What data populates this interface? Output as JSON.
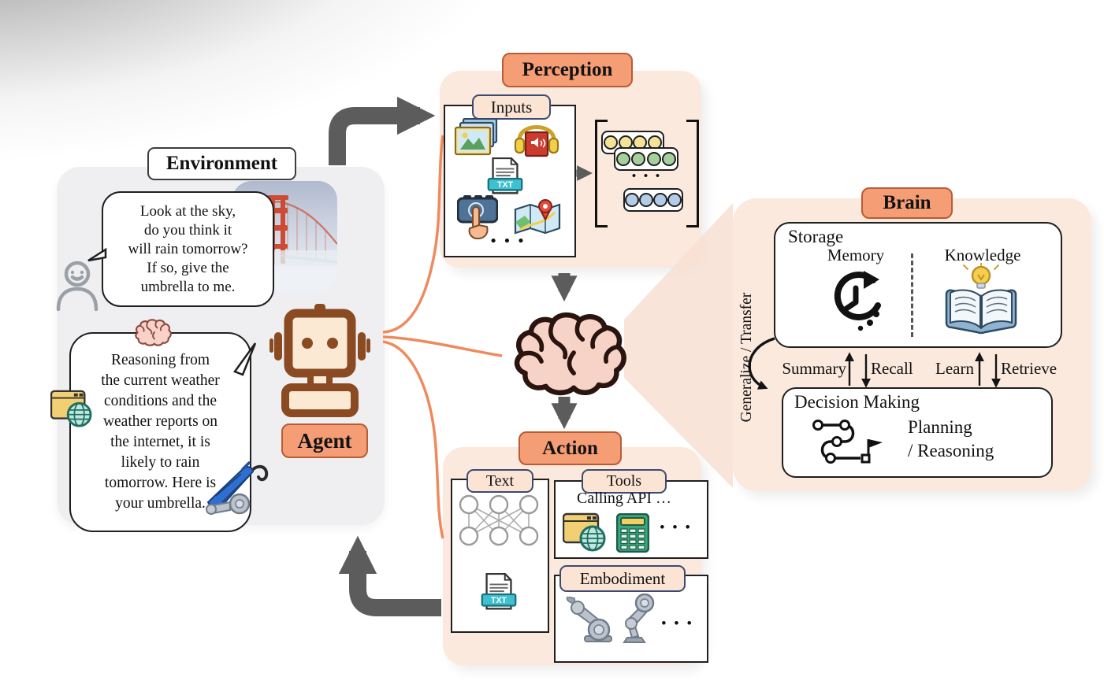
{
  "figure": {
    "kind": "llm-agent-framework-diagram"
  },
  "colors": {
    "accent_orange": "#F59D74",
    "accent_border": "#B85C35",
    "container_peach": "#FBE9DD",
    "container_gray": "#EFEFF1",
    "wire_orange": "#EF8A5E",
    "arrow_gray": "#5C5C5C",
    "token_yellow": "#F4E296",
    "token_green": "#A6D09B",
    "token_blue": "#B3CDE9"
  },
  "environment": {
    "label": "Environment",
    "user_bubble": "Look at the sky,\ndo you think it\nwill rain tomorrow?\nIf so, give the\numbrella to me.",
    "agent_bubble": "Reasoning from\nthe current weather\nconditions and the\nweather reports on\nthe internet, it is\nlikely to rain\ntomorrow. Here is\nyour umbrella."
  },
  "agent": {
    "label": "Agent"
  },
  "perception": {
    "label": "Perception",
    "inputs_label": "Inputs",
    "ellipsis": "• • •"
  },
  "action": {
    "label": "Action",
    "text_label": "Text",
    "tools_label": "Tools",
    "tools_caption": "Calling API …",
    "embodiment_label": "Embodiment",
    "ellipsis": "• • •"
  },
  "brain": {
    "label": "Brain",
    "storage_label": "Storage",
    "memory_label": "Memory",
    "knowledge_label": "Knowledge",
    "summary_label": "Summary",
    "recall_label": "Recall",
    "learn_label": "Learn",
    "retrieve_label": "Retrieve",
    "decision_label": "Decision Making",
    "planning_line1": "Planning",
    "planning_line2": "/ Reasoning",
    "side_label": "Generalize / Transfer"
  },
  "icons": {
    "txt_badge": "TXT"
  }
}
